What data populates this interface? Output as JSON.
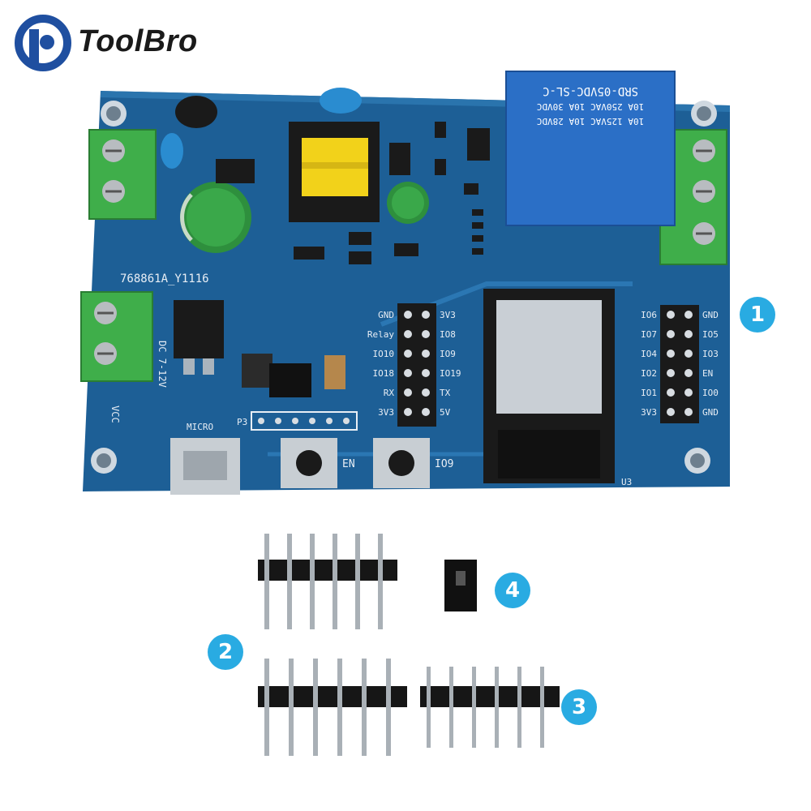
{
  "brand": {
    "name": "ToolBro"
  },
  "callouts": [
    "1",
    "2",
    "3",
    "4"
  ],
  "board": {
    "relay_text": [
      "SRD-05VDC-SL-C",
      "10A 250VAC 10A 30VDC",
      "10A 125VAC 10A 28VDC"
    ],
    "power_label": "DC 7-12V",
    "vcc_label": "VCC",
    "part_label": "768861A_Y1116",
    "left_pins": [
      "GND",
      "Relay",
      "IO10",
      "IO18",
      "RX",
      "3V3"
    ],
    "left_pins_right": [
      "3V3",
      "IO8",
      "IO9",
      "IO19",
      "TX",
      "5V"
    ],
    "right_pins": [
      "IO6",
      "IO7",
      "IO4",
      "IO2",
      "IO1",
      "3V3"
    ],
    "right_pins_right": [
      "GND",
      "IO5",
      "IO3",
      "EN",
      "IO0",
      "GND"
    ],
    "buttons": [
      "EN",
      "IO9"
    ],
    "usb_label": "MICRO",
    "header_label": "P3",
    "module_label": "U3"
  }
}
